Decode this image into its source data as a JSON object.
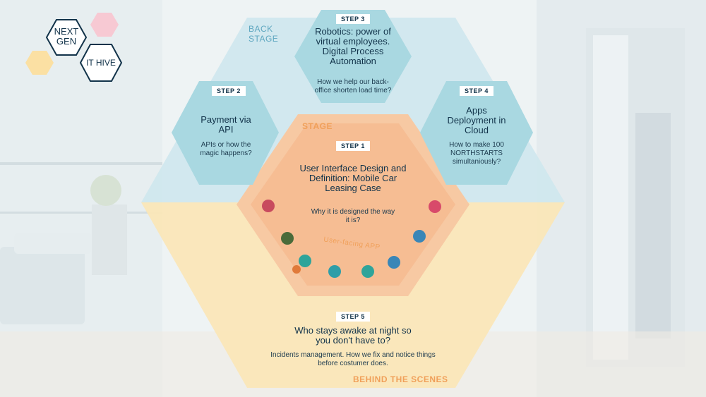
{
  "logo": {
    "line1": "NEXT",
    "line2": "GEN",
    "line3": "IT HIVE"
  },
  "zones": {
    "back_stage": "BACK\nSTAGE",
    "stage": "STAGE",
    "user_facing": "User-facing APP",
    "behind": "BEHIND THE SCENES"
  },
  "steps": [
    {
      "tag": "STEP 1",
      "title": "User Interface Design and Definition: Mobile Car Leasing Case",
      "subtitle": "Why it is designed the way it is?"
    },
    {
      "tag": "STEP 2",
      "title": "Payment via API",
      "subtitle": "APIs or how the magic happens?"
    },
    {
      "tag": "STEP 3",
      "title": "Robotics: power of virtual employees. Digital Process Automation",
      "subtitle": "How we help our back-office shorten load time?"
    },
    {
      "tag": "STEP 4",
      "title": "Apps Deployment in Cloud",
      "subtitle": "How to make 100 NORTHSTARTS simultaniously?"
    },
    {
      "tag": "STEP 5",
      "title": "Who stays awake at night so you don't have to?",
      "subtitle": "Incidents management. How we fix and notice things before costumer does."
    }
  ],
  "colors": {
    "back_stage": "#cfe7ee",
    "small_hex": "#a9d8e1",
    "behind": "#fbe6b6",
    "stage_outer": "#f7c9a3",
    "stage_inner": "#f6b387",
    "accent_text": "#f0a05a",
    "navy": "#12334a",
    "pink": "#f7c9d3",
    "yellow": "#fbe0a3"
  }
}
